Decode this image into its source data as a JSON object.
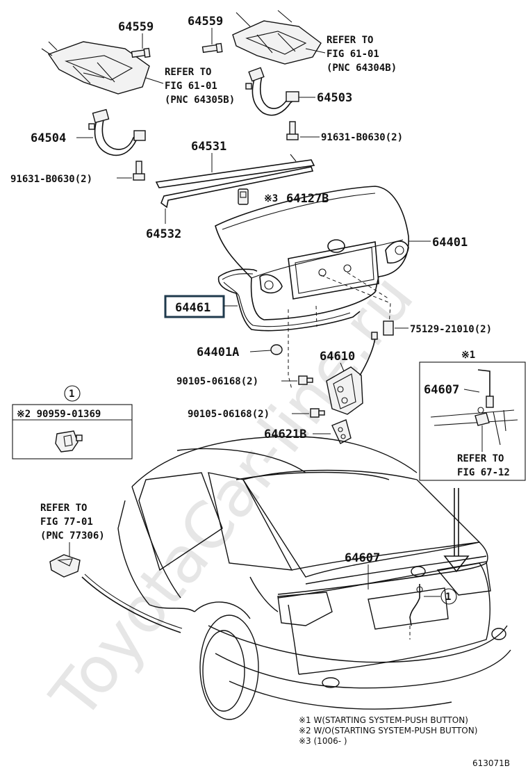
{
  "watermark": "ToyotaCar-line.ru",
  "labels": {
    "p64559_left": "64559",
    "p64559_right": "64559",
    "ref_61_01_right_1": "REFER TO",
    "ref_61_01_right_2": "FIG 61-01",
    "ref_61_01_right_3": "(PNC 64304B)",
    "ref_61_01_left_1": "REFER TO",
    "ref_61_01_left_2": "FIG 61-01",
    "ref_61_01_left_3": "(PNC 64305B)",
    "p64503": "64503",
    "p64504": "64504",
    "bolt_right": "91631-B0630(2)",
    "bolt_left": "91631-B0630(2)",
    "p64531": "64531",
    "p64127b": "64127B",
    "p64127b_mark": "※3",
    "p64532": "64532",
    "p64401": "64401",
    "p64461": "64461",
    "p75129": "75129-21010(2)",
    "p64401a": "64401A",
    "p64610": "64610",
    "nut_upper": "90105-06168(2)",
    "nut_lower": "90105-06168(2)",
    "p64621b": "64621B",
    "inset_mark": "※1",
    "p64607_inset": "64607",
    "ref_67_12_1": "REFER TO",
    "ref_67_12_2": "FIG 67-12",
    "callout_1": "1",
    "callout_box_1": "1",
    "box_item": "※2 90959-01369",
    "ref_77_01_1": "REFER TO",
    "ref_77_01_2": "FIG 77-01",
    "ref_77_01_3": "(PNC 77306)",
    "p64607_main": "64607"
  },
  "notes": [
    "※1 W(STARTING SYSTEM-PUSH BUTTON)",
    "※2 W/O(STARTING SYSTEM-PUSH BUTTON)",
    "※3 (1006-      )"
  ],
  "figure_code": "613071B",
  "highlight_color": "#1f3a4d"
}
